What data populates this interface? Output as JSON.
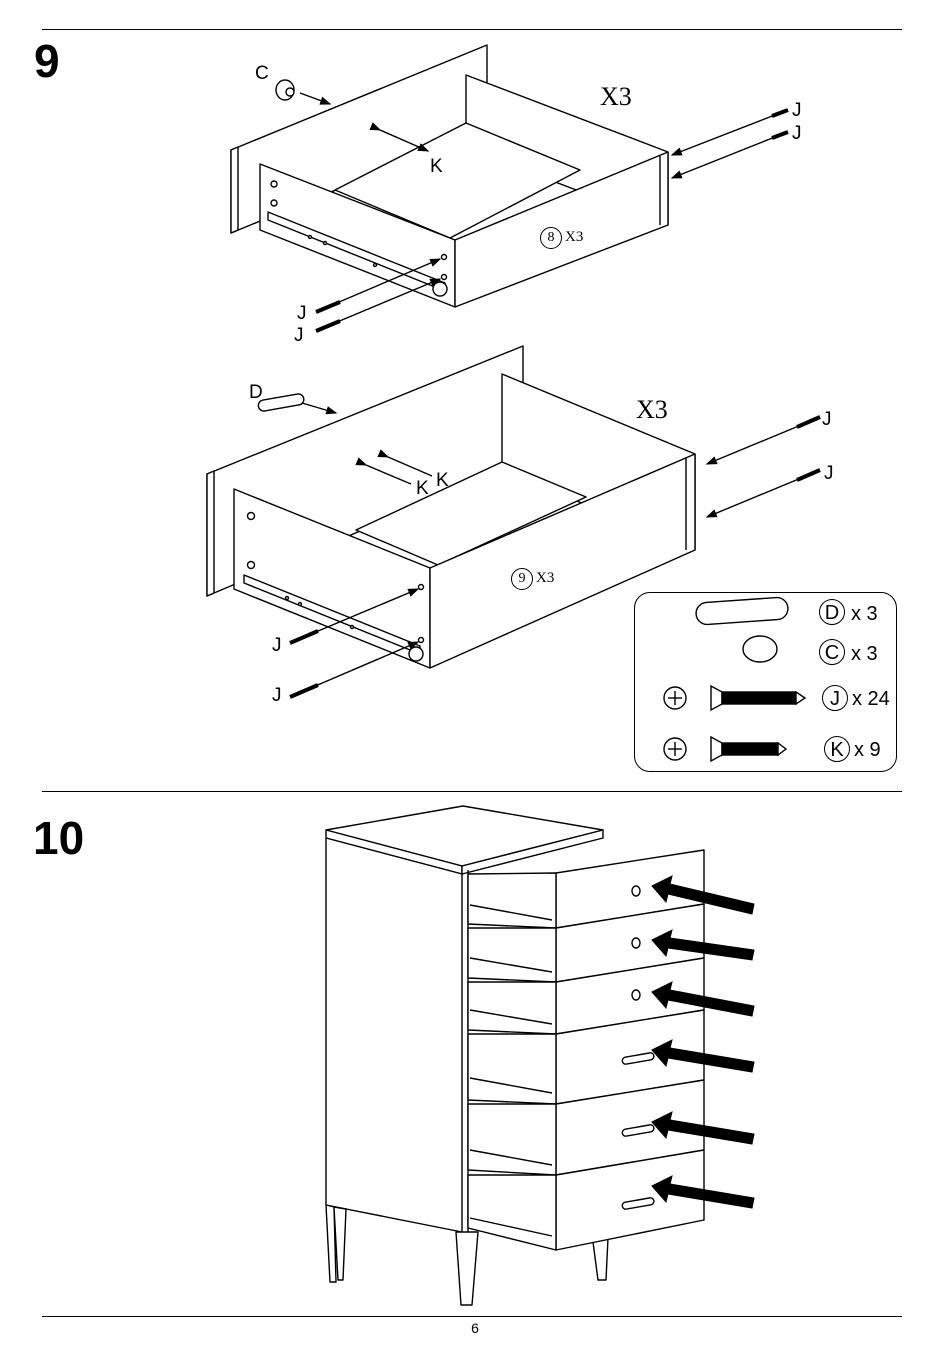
{
  "steps": [
    {
      "number": "9",
      "drawer_a": {
        "multiplier": "X3",
        "panel_id": "8",
        "panel_qty": "X3",
        "labels": {
          "knob": "C",
          "screw_k": "K",
          "j1": "J",
          "j2": "J",
          "j3": "J",
          "j4": "J"
        }
      },
      "drawer_b": {
        "multiplier": "X3",
        "panel_id": "9",
        "panel_qty": "X3",
        "labels": {
          "handle": "D",
          "screw_k1": "K",
          "screw_k2": "K",
          "j1": "J",
          "j2": "J",
          "j3": "J",
          "j4": "J"
        }
      },
      "parts_legend": [
        {
          "code": "D",
          "qty": "x 3",
          "icon": "long-handle-icon"
        },
        {
          "code": "C",
          "qty": "x 3",
          "icon": "round-knob-icon"
        },
        {
          "code": "J",
          "qty": "x 24",
          "icon": "long-screw-icon"
        },
        {
          "code": "K",
          "qty": "x 9",
          "icon": "short-screw-icon"
        }
      ]
    },
    {
      "number": "10"
    }
  ],
  "page_number": "6",
  "colors": {
    "ink": "#000000",
    "paper": "#ffffff"
  }
}
